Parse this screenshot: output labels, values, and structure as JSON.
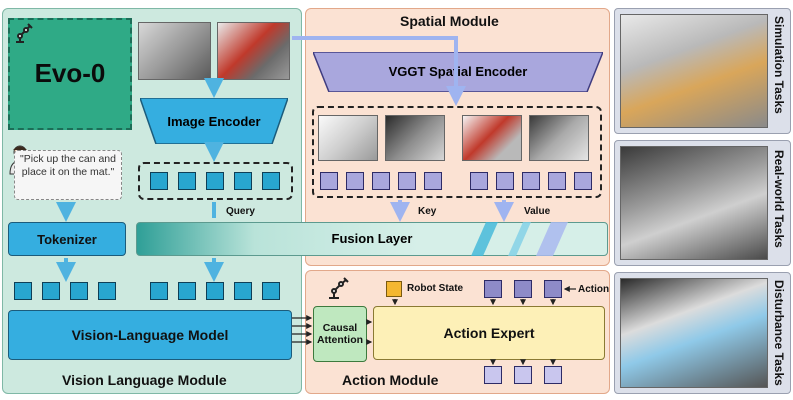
{
  "panels": {
    "vlm_title": "Vision Language Module",
    "spatial_title": "Spatial Module",
    "action_title": "Action Module"
  },
  "evo": {
    "label": "Evo-0"
  },
  "instruction": {
    "text": "\"Pick up the can and place it on the mat.\""
  },
  "blocks": {
    "image_encoder": "Image Encoder",
    "tokenizer": "Tokenizer",
    "fusion_layer": "Fusion Layer",
    "vlm": "Vision-Language Model",
    "vggt": "VGGT Spatial Encoder",
    "causal_attention": "Causal Attention",
    "action_expert": "Action Expert"
  },
  "labels": {
    "query": "Query",
    "key": "Key",
    "value": "Value",
    "robot_state": "Robot State",
    "action": "Action"
  },
  "side_tasks": [
    "Simulation Tasks",
    "Real-world Tasks",
    "Disturbance Tasks"
  ],
  "colors": {
    "vlm_panel": "#cde9df",
    "spatial_panel": "#fbe2d3",
    "token_blue": "#28a6d0",
    "token_purple": "#a9a7dd",
    "evo_green": "#2faa86",
    "robot_state": "#f4b731"
  },
  "icons": [
    "robot-arm-icon",
    "person-icon"
  ]
}
